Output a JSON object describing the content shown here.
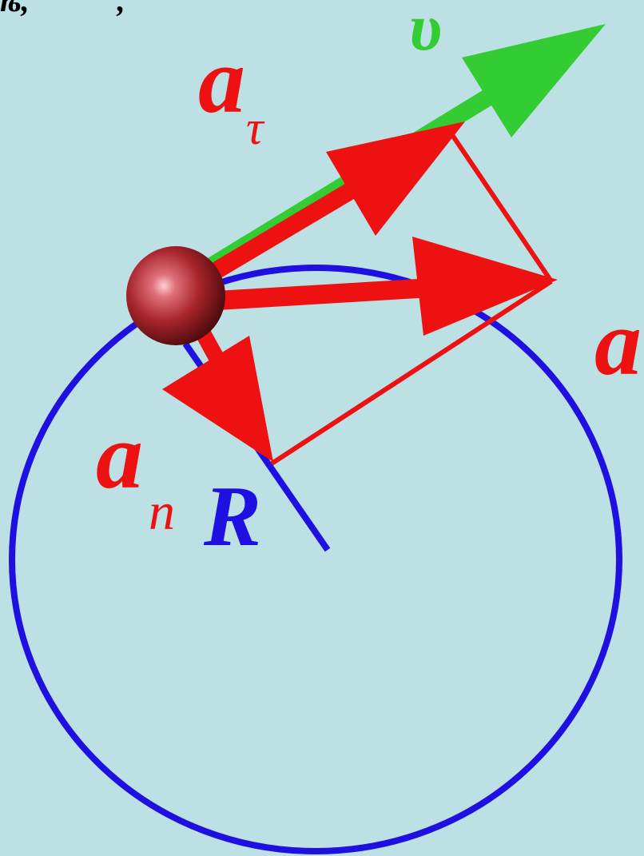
{
  "diagram": {
    "labels": {
      "velocity": "υ",
      "tangential_main": "a",
      "tangential_sub": "τ",
      "total": "a",
      "normal_main": "a",
      "normal_sub": "n",
      "radius": "R"
    },
    "colors": {
      "background": "#bde0e4",
      "circle": "#1e10e0",
      "velocity": "#33cc33",
      "acceleration": "#ee1111",
      "ball": "#a8252c",
      "top_text": "#000000"
    },
    "top_text_fragment": "ѣ,           ,"
  }
}
